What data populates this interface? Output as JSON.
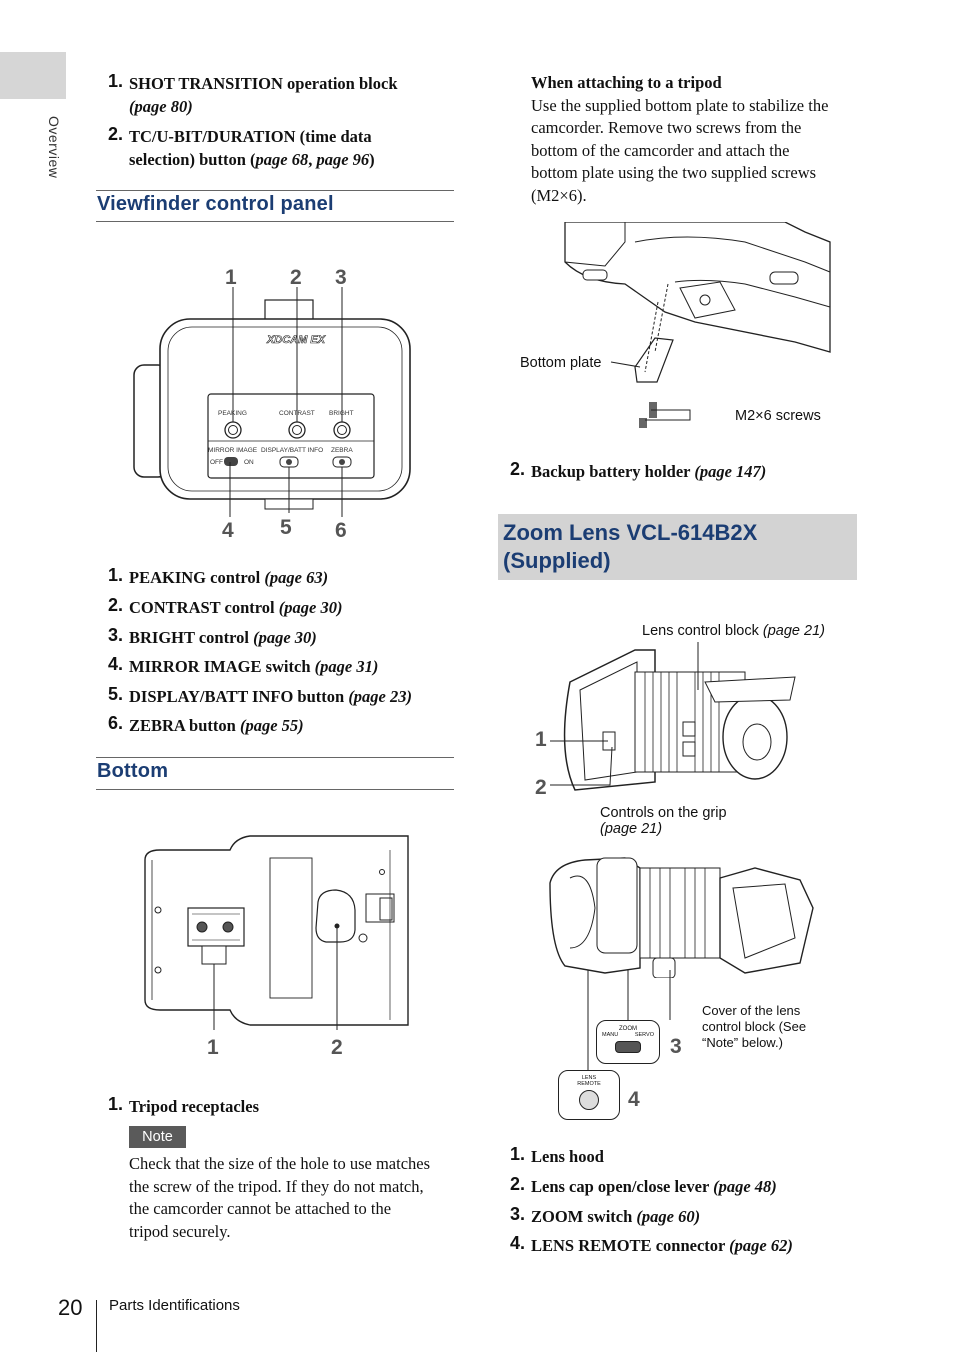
{
  "side_tab": {
    "label": "Overview"
  },
  "footer": {
    "page_number": "20",
    "section": "Parts Identifications"
  },
  "top_list": [
    {
      "num": "1.",
      "text": "SHOT TRANSITION operation block",
      "ref": "(page 80)"
    },
    {
      "num": "2.",
      "text_a": "TC/U-BIT/DURATION (time data",
      "text_b": "selection) button (",
      "ref_a": "page 68",
      "sep": ", ",
      "ref_b": "page 96",
      "close": ")"
    }
  ],
  "viewfinder": {
    "heading": "Viewfinder control panel",
    "diagram": {
      "brand": "XDCAM EX",
      "labels": [
        "PEAKING",
        "CONTRAST",
        "BRIGHT",
        "MIRROR IMAGE",
        "DISPLAY/BATT INFO",
        "ZEBRA",
        "OFF",
        "ON"
      ],
      "callouts": [
        "1",
        "2",
        "3",
        "4",
        "5",
        "6"
      ]
    },
    "items": [
      {
        "num": "1.",
        "text": "PEAKING control",
        "ref": "(page 63)"
      },
      {
        "num": "2.",
        "text": "CONTRAST control",
        "ref": "(page 30)"
      },
      {
        "num": "3.",
        "text": "BRIGHT control",
        "ref": "(page 30)"
      },
      {
        "num": "4.",
        "text": "MIRROR IMAGE switch",
        "ref": "(page 31)"
      },
      {
        "num": "5.",
        "text": "DISPLAY/BATT INFO button",
        "ref": "(page 23)"
      },
      {
        "num": "6.",
        "text": "ZEBRA button",
        "ref": "(page 55)"
      }
    ]
  },
  "bottom": {
    "heading": "Bottom",
    "callouts": [
      "1",
      "2"
    ],
    "items": [
      {
        "num": "1.",
        "text": "Tripod receptacles"
      }
    ],
    "note_label": "Note",
    "note_lines": [
      "Check that the size of the hole to use matches",
      "the screw of the tripod. If they do not match,",
      "the camcorder cannot be attached to the",
      "tripod securely."
    ]
  },
  "tripod": {
    "title": "When attaching to a tripod",
    "lines": [
      "Use the supplied bottom plate to stabilize the",
      "camcorder.  Remove two screws from the",
      "bottom of the camcorder and attach the",
      "bottom plate using the two supplied screws",
      "(M2×6)."
    ],
    "label_plate": "Bottom plate",
    "label_screws": "M2×6 screws",
    "item": {
      "num": "2.",
      "text": "Backup battery holder",
      "ref": "(page 147)"
    }
  },
  "zoom": {
    "heading_line1": "Zoom Lens VCL-614B2X",
    "heading_line2": "(Supplied)",
    "label_lens_block": "Lens control block ",
    "label_lens_block_ref": "(page 21)",
    "label_grip": "Controls on the grip",
    "label_grip_ref": "(page 21)",
    "label_cover": [
      "Cover of the lens",
      "control block (See",
      "“Note” below.)"
    ],
    "zoom_switch": {
      "title": "ZOOM",
      "left": "MANU",
      "right": "SERVO"
    },
    "lens_remote": [
      "LENS",
      "REMOTE"
    ],
    "callouts": [
      "1",
      "2",
      "3",
      "4"
    ],
    "items": [
      {
        "num": "1.",
        "text": "Lens hood",
        "ref": ""
      },
      {
        "num": "2.",
        "text": "Lens cap open/close lever",
        "ref": "(page 48)"
      },
      {
        "num": "3.",
        "text": "ZOOM switch",
        "ref": "(page 60)"
      },
      {
        "num": "4.",
        "text": "LENS REMOTE connector",
        "ref": "(page 62)"
      }
    ]
  },
  "colors": {
    "heading_blue": "#1b3d73",
    "tab_gray": "#d6d6d6",
    "zoom_band": "#d3d3d3",
    "note_bg": "#5a5a5a"
  }
}
